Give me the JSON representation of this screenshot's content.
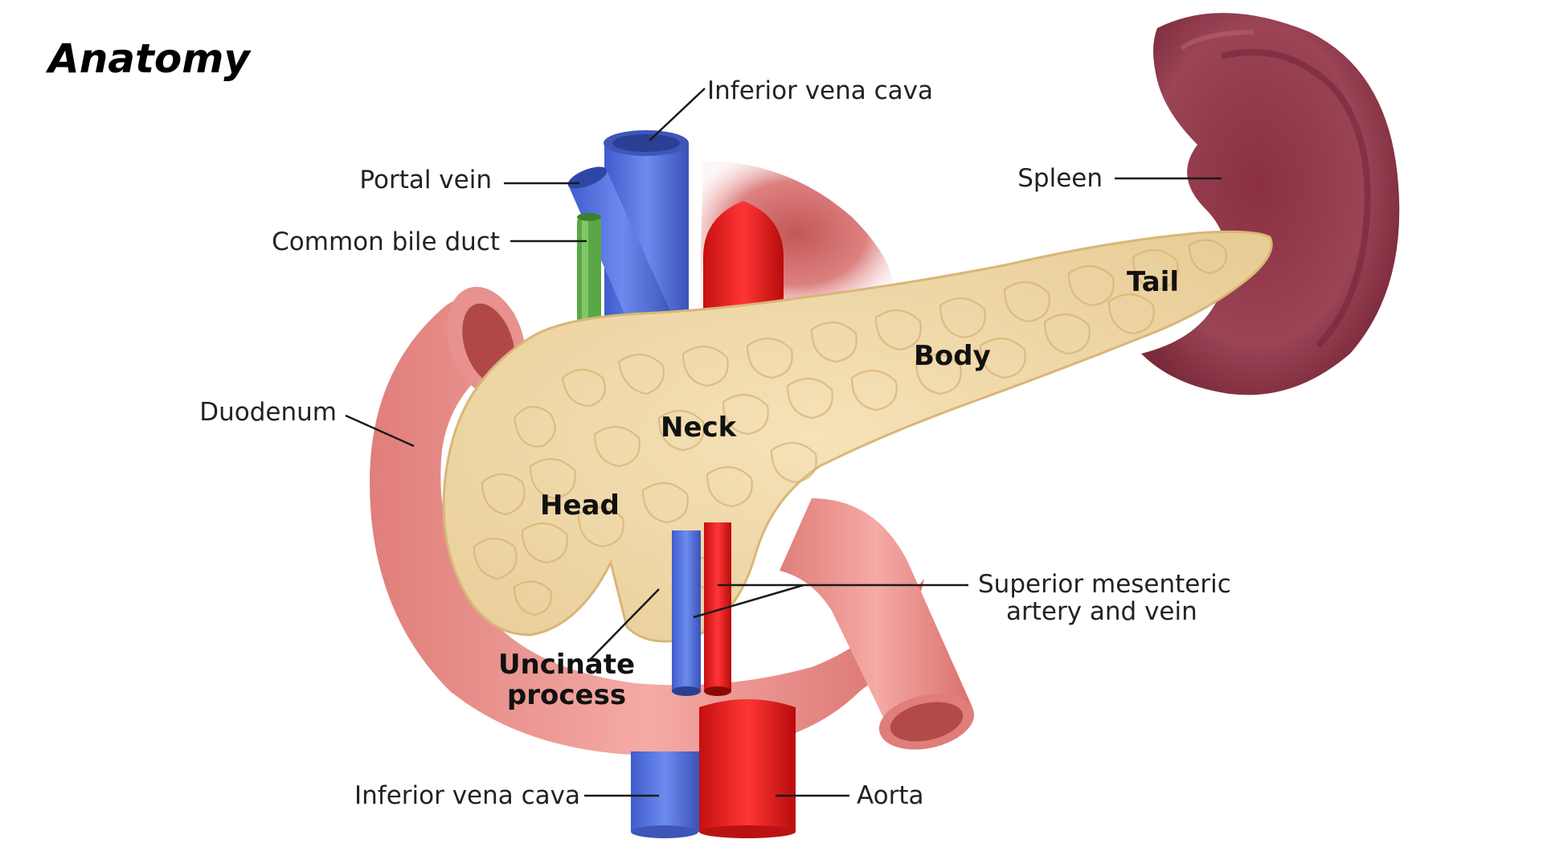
{
  "title": "Anatomy",
  "labels": {
    "ivc_top": "Inferior vena cava",
    "portal_vein": "Portal vein",
    "common_bile_duct": "Common bile duct",
    "duodenum": "Duodenum",
    "spleen": "Spleen",
    "sma_line1": "Superior mesenteric",
    "sma_line2": "artery and vein",
    "ivc_bottom": "Inferior vena cava",
    "aorta": "Aorta"
  },
  "parts": {
    "head": "Head",
    "neck": "Neck",
    "body": "Body",
    "tail": "Tail",
    "uncinate_line1": "Uncinate",
    "uncinate_line2": "process"
  },
  "colors": {
    "vein": "#4f6fd8",
    "artery": "#d81e1e",
    "bile_duct": "#5aa845",
    "pancreas": "#f1dcae",
    "duodenum": "#e88e8a",
    "spleen": "#8e3a4b"
  }
}
